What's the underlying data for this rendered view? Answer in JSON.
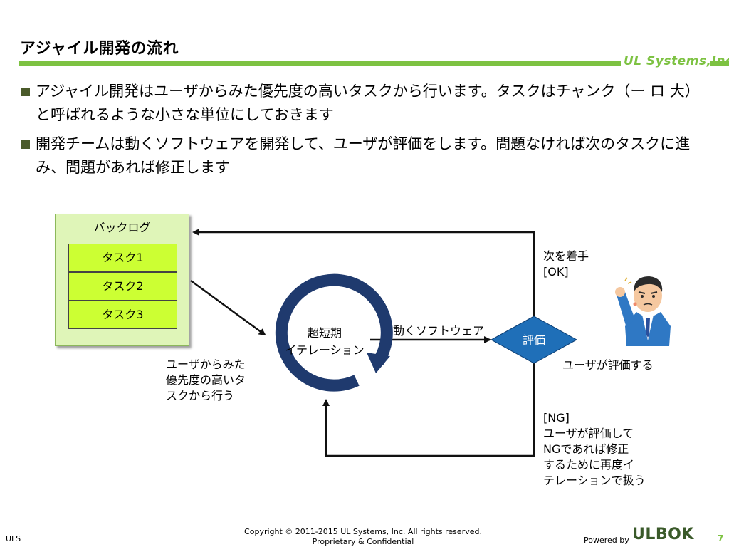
{
  "slide": {
    "title": "アジャイル開発の流れ",
    "company_logo": "UL Systems,Inc.",
    "bullets": [
      "アジャイル開発はユーザからみた優先度の高いタスクから行います。タスクはチャンク（ー ロ 大）と呼ばれるような小さな単位にしておきます",
      "開発チームは動くソフトウェアを開発して、ユーザが評価をします。問題なければ次のタスクに進み、問題があれば修正します"
    ]
  },
  "diagram": {
    "backlog_label": "バックログ",
    "tasks": [
      "タスク1",
      "タスク2",
      "タスク3"
    ],
    "iteration_label_1": "超短期",
    "iteration_label_2": "イテレーション",
    "priority_label_1": "ユーザからみた",
    "priority_label_2": "優先度の高いタ",
    "priority_label_3": "スクから行う",
    "software_label": "動くソフトウェア",
    "evaluate_label": "評価",
    "ok_label_1": "次を着手",
    "ok_label_2": "[OK]",
    "user_evaluates_label": "ユーザが評価する",
    "ng_label_1": "[NG]",
    "ng_label_2": "ユーザが評価して",
    "ng_label_3": "NGであれば修正",
    "ng_label_4": "するために再度イ",
    "ng_label_5": "テレーションで扱う",
    "colors": {
      "backlog_bg": "#dff5b8",
      "task_bg": "#ccff33",
      "cycle": "#1f3a6e",
      "diamond": "#1f6fb8",
      "accent_green": "#7dc242"
    }
  },
  "footer": {
    "left": "ULS",
    "copyright": "Copyright © 2011-2015 UL Systems, Inc.  All rights reserved.",
    "confidential": "Proprietary & Confidential",
    "powered_by": "Powered by",
    "logo": "ULBOK",
    "page_number": "7"
  }
}
